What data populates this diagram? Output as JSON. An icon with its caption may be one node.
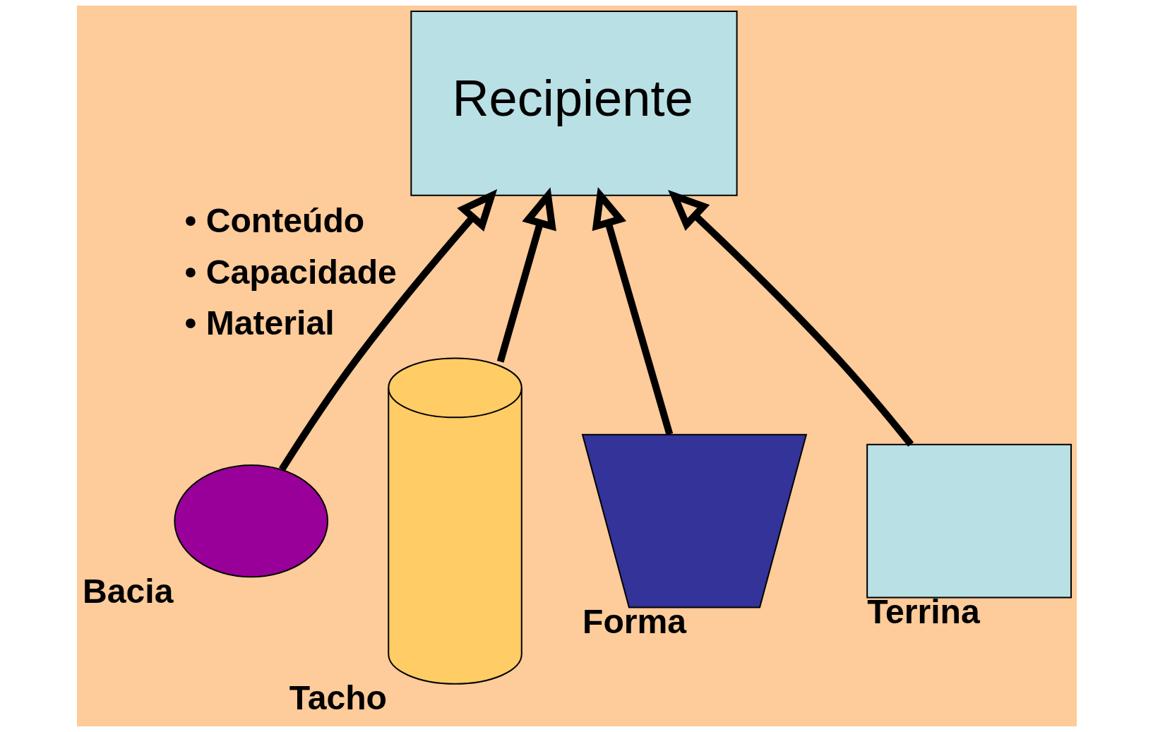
{
  "diagram": {
    "nodes": [
      {
        "text": [
          "Recipiente"
        ],
        "beside": [
          "• Conteúdo",
          "• Capacidade",
          "• Material"
        ]
      },
      {
        "text": [
          "Bacia"
        ]
      },
      {
        "text": [
          "Tacho"
        ]
      },
      {
        "text": [
          "Forma"
        ]
      },
      {
        "text": [
          "Terrina"
        ]
      }
    ],
    "edges": [
      {
        "from": 1,
        "to": 0,
        "arrow": "to"
      },
      {
        "from": 2,
        "to": 0,
        "arrow": "to"
      },
      {
        "from": 3,
        "to": 0,
        "arrow": "to"
      },
      {
        "from": 4,
        "to": 0,
        "arrow": "to"
      }
    ]
  }
}
